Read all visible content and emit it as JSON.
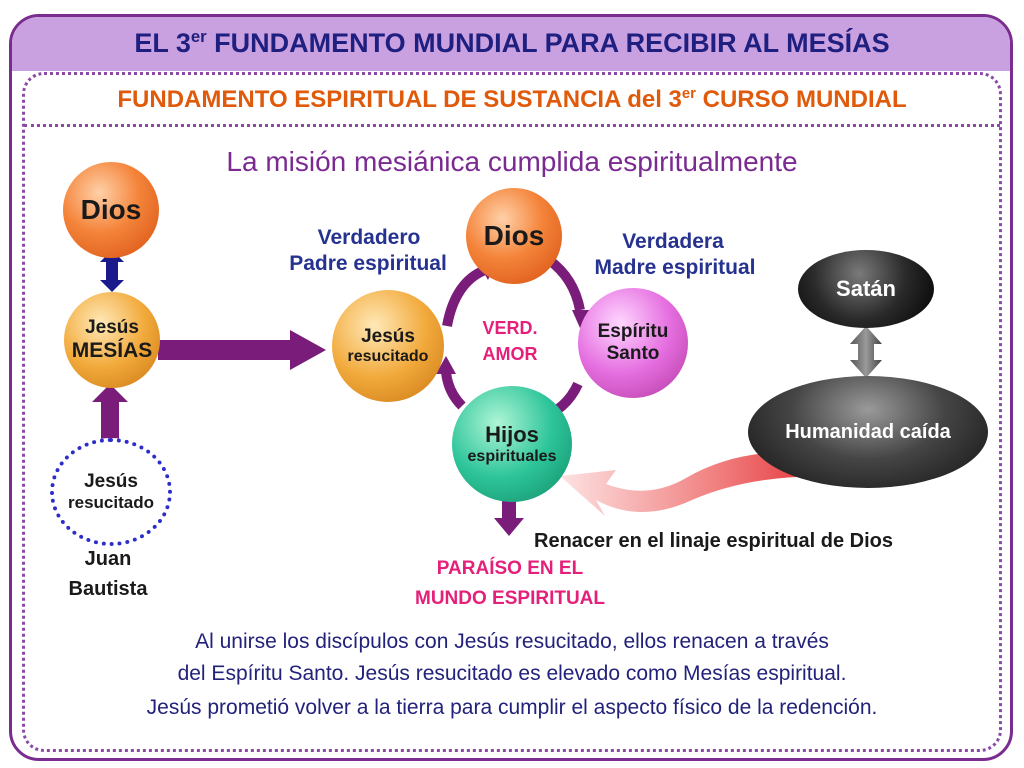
{
  "title": {
    "prefix": "EL 3",
    "sup": "er",
    "suffix": " FUNDAMENTO MUNDIAL PARA RECIBIR AL MESÍAS"
  },
  "subtitle": {
    "prefix": "FUNDAMENTO ESPIRITUAL DE SUSTANCIA del 3",
    "sup": "er",
    "suffix": " CURSO MUNDIAL"
  },
  "mission": "La misión mesiánica cumplida espiritualmente",
  "left": {
    "dios": "Dios",
    "jesus_line1": "Jesús",
    "jesus_line2": "MESÍAS",
    "resucitado_line1": "Jesús",
    "resucitado_line2": "resucitado",
    "juan_line1": "Juan",
    "juan_line2": "Bautista"
  },
  "center": {
    "verdadero_line1": "Verdadero",
    "verdadero_line2": "Padre espiritual",
    "verdadera_line1": "Verdadera",
    "verdadera_line2": "Madre espiritual",
    "dios": "Dios",
    "jesus_line1": "Jesús",
    "jesus_line2": "resucitado",
    "espiritu_line1": "Espíritu",
    "espiritu_line2": "Santo",
    "hijos_line1": "Hijos",
    "hijos_line2": "espirituales",
    "verd_line1": "VERD.",
    "verd_line2": "AMOR",
    "paraiso_line1": "PARAÍSO EN EL",
    "paraiso_line2": "MUNDO ESPIRITUAL"
  },
  "right": {
    "satan": "Satán",
    "humanidad": "Humanidad caída",
    "renacer": "Renacer en el linaje espiritual de Dios"
  },
  "paragraph": {
    "line1": "Al unirse los discípulos con Jesús resucitado, ellos renacen a través",
    "line2": "del Espíritu Santo. Jesús resucitado es elevado como Mesías espiritual.",
    "line3": "Jesús prometió volver a la tierra para cumplir el aspecto físico de la redención."
  },
  "colors": {
    "purple_arrow": "#7a1c7a",
    "navy_arrow": "#1a1a8c",
    "title": "#1f1f80",
    "subtitle": "#e05a0c",
    "mission": "#7b2a92",
    "pink_label": "#e4207a",
    "band": "#c9a0e0"
  }
}
